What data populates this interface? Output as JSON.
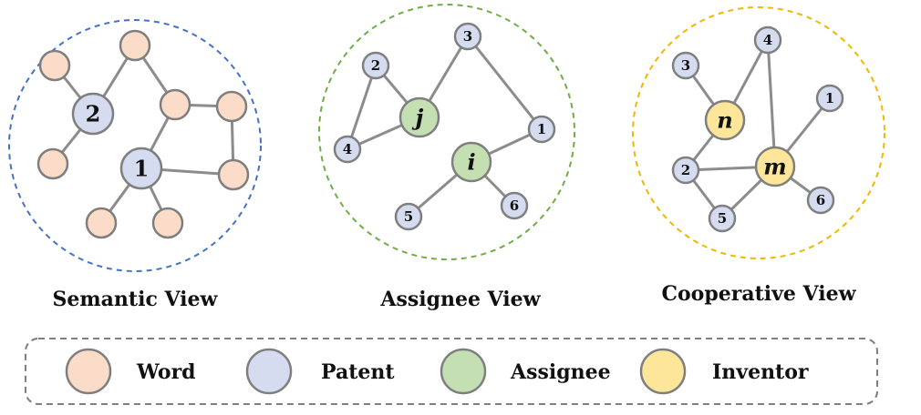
{
  "colors": {
    "word": "#fadcc8",
    "patent": "#d5dcf0",
    "assignee": "#c4e0b2",
    "inventor": "#fde59a",
    "node_stroke": "#7f7f7f",
    "edge": "#8c8c8c",
    "semantic_border": "#4472c4",
    "assignee_border": "#70ad47",
    "cooperative_border": "#f0b800",
    "legend_border": "#7f7f7f"
  },
  "views": [
    {
      "title": "Semantic View",
      "border_color_key": "semantic_border",
      "nodes": [
        {
          "id": "w1",
          "type": "word",
          "label": ""
        },
        {
          "id": "w2",
          "type": "word",
          "label": ""
        },
        {
          "id": "w3",
          "type": "word",
          "label": ""
        },
        {
          "id": "w4",
          "type": "word",
          "label": ""
        },
        {
          "id": "w5",
          "type": "word",
          "label": ""
        },
        {
          "id": "w6",
          "type": "word",
          "label": ""
        },
        {
          "id": "w7",
          "type": "word",
          "label": ""
        },
        {
          "id": "w8",
          "type": "word",
          "label": ""
        },
        {
          "id": "p2",
          "type": "patent",
          "label": "2"
        },
        {
          "id": "p1",
          "type": "patent",
          "label": "1"
        }
      ],
      "edges": [
        [
          "w1",
          "p2"
        ],
        [
          "w2",
          "p2"
        ],
        [
          "w3",
          "p2"
        ],
        [
          "w2",
          "w4"
        ],
        [
          "w4",
          "w5"
        ],
        [
          "w5",
          "w6"
        ],
        [
          "w6",
          "p1"
        ],
        [
          "w4",
          "p1"
        ],
        [
          "p1",
          "w7"
        ],
        [
          "p1",
          "w8"
        ]
      ]
    },
    {
      "title": "Assignee View",
      "border_color_key": "assignee_border",
      "nodes": [
        {
          "id": "a2",
          "type": "patent",
          "label": "2"
        },
        {
          "id": "a3",
          "type": "patent",
          "label": "3"
        },
        {
          "id": "a4",
          "type": "patent",
          "label": "4"
        },
        {
          "id": "a1",
          "type": "patent",
          "label": "1"
        },
        {
          "id": "a5",
          "type": "patent",
          "label": "5"
        },
        {
          "id": "a6",
          "type": "patent",
          "label": "6"
        },
        {
          "id": "aj",
          "type": "assignee",
          "label": "j",
          "italic": true
        },
        {
          "id": "ai",
          "type": "assignee",
          "label": "i",
          "italic": true
        }
      ],
      "edges": [
        [
          "a2",
          "aj"
        ],
        [
          "a2",
          "a4"
        ],
        [
          "a4",
          "aj"
        ],
        [
          "aj",
          "a3"
        ],
        [
          "a3",
          "a1"
        ],
        [
          "a1",
          "ai"
        ],
        [
          "ai",
          "a5"
        ],
        [
          "ai",
          "a6"
        ]
      ]
    },
    {
      "title": "Cooperative View",
      "border_color_key": "cooperative_border",
      "nodes": [
        {
          "id": "c3",
          "type": "patent",
          "label": "3"
        },
        {
          "id": "c4",
          "type": "patent",
          "label": "4"
        },
        {
          "id": "c1",
          "type": "patent",
          "label": "1"
        },
        {
          "id": "c2",
          "type": "patent",
          "label": "2"
        },
        {
          "id": "c5",
          "type": "patent",
          "label": "5"
        },
        {
          "id": "c6",
          "type": "patent",
          "label": "6"
        },
        {
          "id": "cn",
          "type": "inventor",
          "label": "n",
          "italic": true
        },
        {
          "id": "cm",
          "type": "inventor",
          "label": "m",
          "italic": true
        }
      ],
      "edges": [
        [
          "c3",
          "cn"
        ],
        [
          "cn",
          "c4"
        ],
        [
          "c4",
          "cm"
        ],
        [
          "c1",
          "cm"
        ],
        [
          "cn",
          "c2"
        ],
        [
          "c2",
          "cm"
        ],
        [
          "c2",
          "c5"
        ],
        [
          "c5",
          "cm"
        ],
        [
          "cm",
          "c6"
        ]
      ]
    }
  ],
  "legend": [
    {
      "type": "word",
      "label": "Word"
    },
    {
      "type": "patent",
      "label": "Patent"
    },
    {
      "type": "assignee",
      "label": "Assignee"
    },
    {
      "type": "inventor",
      "label": "Inventor"
    }
  ]
}
